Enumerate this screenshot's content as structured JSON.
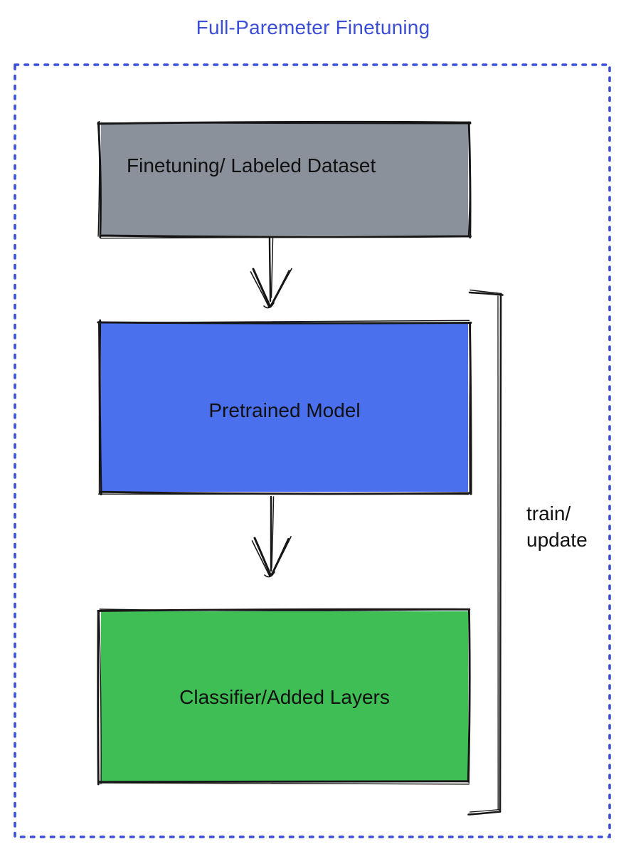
{
  "title": {
    "text": "Full-Paremeter Finetuning",
    "color": "#3B4ED8"
  },
  "frame": {
    "border_color": "#3B4ED8"
  },
  "nodes": {
    "dataset": {
      "label": "Finetuning/ Labeled Dataset",
      "fill": "#8A919B"
    },
    "pretrained": {
      "label": "Pretrained Model",
      "fill": "#4B70EE"
    },
    "classifier": {
      "label": "Classifier/Added Layers",
      "fill": "#40BE56"
    }
  },
  "bracket": {
    "label_line1": "train/",
    "label_line2": "update"
  },
  "colors": {
    "label_color": "#111111",
    "sketch_stroke": "#161616"
  },
  "icons": {
    "arrow_dataset_to_pretrained": "down-arrow-icon",
    "arrow_pretrained_to_classifier": "down-arrow-icon",
    "train_update_bracket": "right-bracket-icon"
  }
}
